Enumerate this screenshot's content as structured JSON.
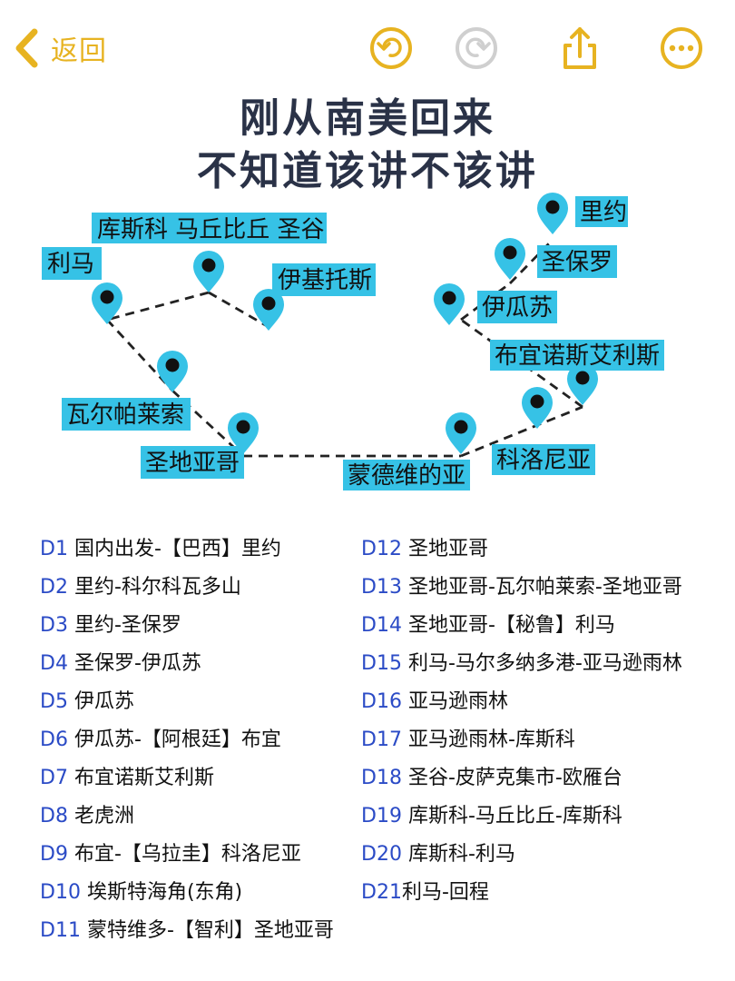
{
  "toolbar": {
    "back_label": "返回",
    "accent": "#e7b321",
    "icons": [
      "back-chevron-icon",
      "undo-icon",
      "redo-icon",
      "share-icon",
      "more-icon"
    ]
  },
  "title": {
    "line1": "刚从南美回来",
    "line2": "不知道该讲不该讲"
  },
  "map": {
    "label_color": "#36c2e6",
    "locations": [
      "利马",
      "库斯科 马丘比丘 圣谷",
      "伊基托斯",
      "瓦尔帕莱索",
      "圣地亚哥",
      "蒙德维的亚",
      "科洛尼亚",
      "布宜诺斯艾利斯",
      "伊瓜苏",
      "圣保罗",
      "里约"
    ]
  },
  "itinerary": {
    "left": [
      {
        "day": "D1",
        "text": "国内出发-【巴西】里约"
      },
      {
        "day": "D2",
        "text": "里约-科尔科瓦多山"
      },
      {
        "day": "D3",
        "text": "里约-圣保罗"
      },
      {
        "day": "D4",
        "text": "圣保罗-伊瓜苏"
      },
      {
        "day": "D5",
        "text": "伊瓜苏"
      },
      {
        "day": "D6",
        "text": "伊瓜苏-【阿根廷】布宜"
      },
      {
        "day": "D7",
        "text": "布宜诺斯艾利斯"
      },
      {
        "day": "D8",
        "text": "老虎洲"
      },
      {
        "day": "D9",
        "text": "布宜-【乌拉圭】科洛尼亚"
      },
      {
        "day": "D10",
        "text": "埃斯特海角(东角)"
      },
      {
        "day": "D11",
        "text": "蒙特维多-【智利】圣地亚哥"
      }
    ],
    "right": [
      {
        "day": "D12",
        "text": "圣地亚哥"
      },
      {
        "day": "D13",
        "text": "圣地亚哥-瓦尔帕莱索-圣地亚哥"
      },
      {
        "day": "D14",
        "text": "圣地亚哥-【秘鲁】利马"
      },
      {
        "day": "D15",
        "text": "利马-马尔多纳多港-亚马逊雨林"
      },
      {
        "day": "D16",
        "text": "亚马逊雨林"
      },
      {
        "day": "D17",
        "text": "亚马逊雨林-库斯科"
      },
      {
        "day": "D18",
        "text": "圣谷-皮萨克集市-欧雁台"
      },
      {
        "day": "D19",
        "text": "库斯科-马丘比丘-库斯科"
      },
      {
        "day": "D20",
        "text": "库斯科-利马"
      },
      {
        "day": "D21",
        "text": "利马-回程"
      }
    ]
  }
}
